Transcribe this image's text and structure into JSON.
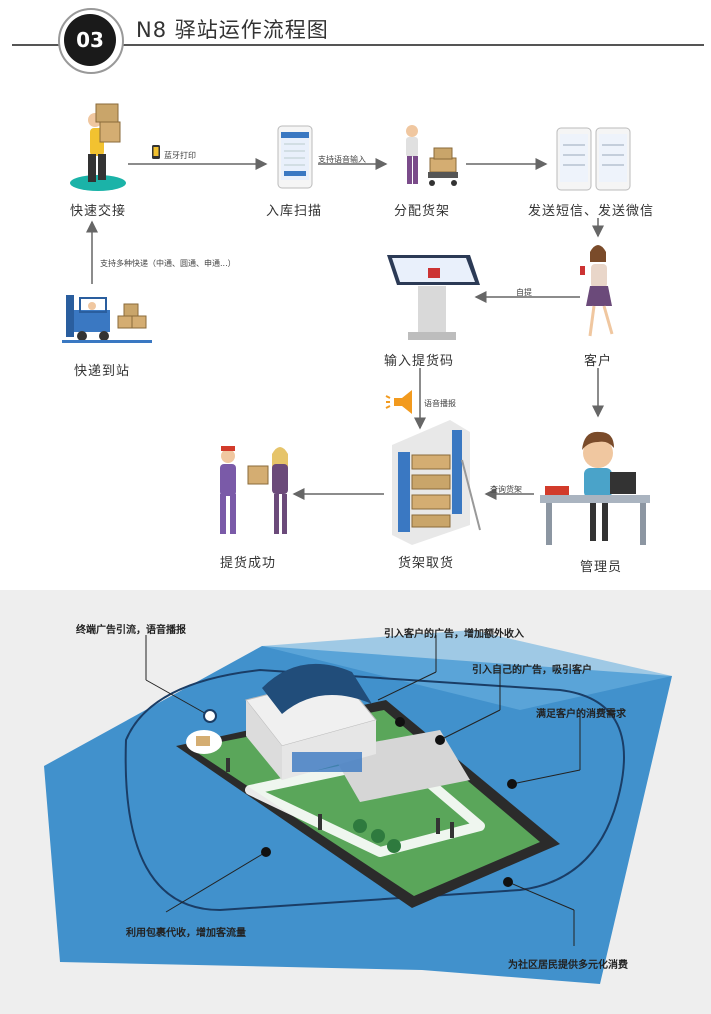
{
  "header": {
    "badge": "03",
    "title": "N8 驿站运作流程图"
  },
  "flow": {
    "nodes": {
      "handover": "快速交接",
      "inbound_scan": "入库扫描",
      "assign_shelf": "分配货架",
      "send_notice": "发送短信、发送微信",
      "arrival": "快递到站",
      "enter_code": "输入提货码",
      "customer": "客户",
      "pickup_success": "提货成功",
      "shelf_pick": "货架取货",
      "admin": "管理员"
    },
    "edges": {
      "bluetooth_print": "蓝牙打印",
      "voice_input": "支持语音输入",
      "multi_express": "支持多种快递（中通、圆通、申通...）",
      "self_pick": "自提",
      "voice_broadcast": "语音播报",
      "query_goods": "查询货架"
    }
  },
  "station_model": {
    "callouts": {
      "terminal_ads": "终端广告引流，语音播报",
      "customer_ads": "引入客户的广告，增加额外收入",
      "own_ads": "引入自己的广告，吸引客户",
      "meet_needs": "满足客户的消费需求",
      "parcel_collect": "利用包裹代收，增加客流量",
      "community_consume": "为社区居民提供多元化消费"
    }
  },
  "colors": {
    "accent_blue": "#3a78c2",
    "dark_badge": "#1a1a1a",
    "grass_green": "#5aa65a",
    "bottom_bg": "#eeeeee"
  }
}
